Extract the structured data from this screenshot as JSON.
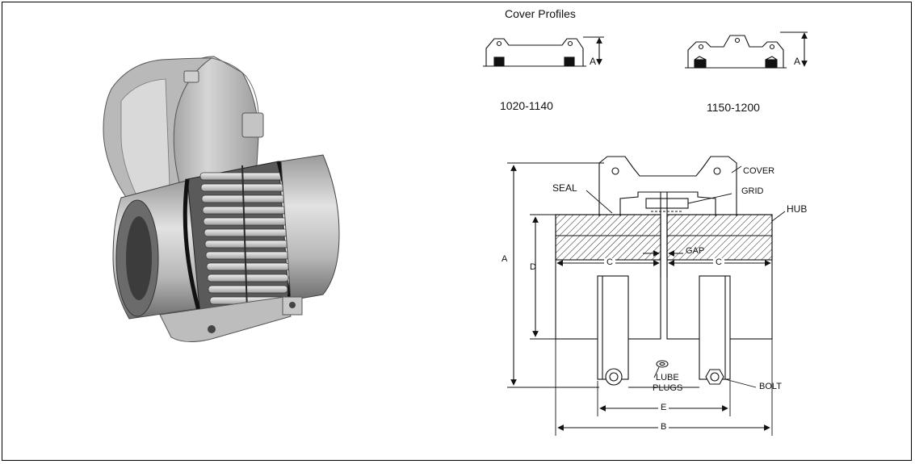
{
  "cover_profiles": {
    "title": "Cover Profiles",
    "profiles": [
      {
        "range": "1020-1140",
        "dim": "A"
      },
      {
        "range": "1150-1200",
        "dim": "A"
      }
    ]
  },
  "drawing": {
    "labels": {
      "cover": "COVER",
      "seal": "SEAL",
      "grid": "GRID",
      "hub": "HUB",
      "gap": "GAP",
      "lube_plugs_1": "LUBE",
      "lube_plugs_2": "PLUGS",
      "bolt": "BOLT"
    },
    "dimensions": {
      "a": "A",
      "d": "D",
      "c_left": "C",
      "c_right": "C",
      "e": "E",
      "b": "B"
    }
  }
}
